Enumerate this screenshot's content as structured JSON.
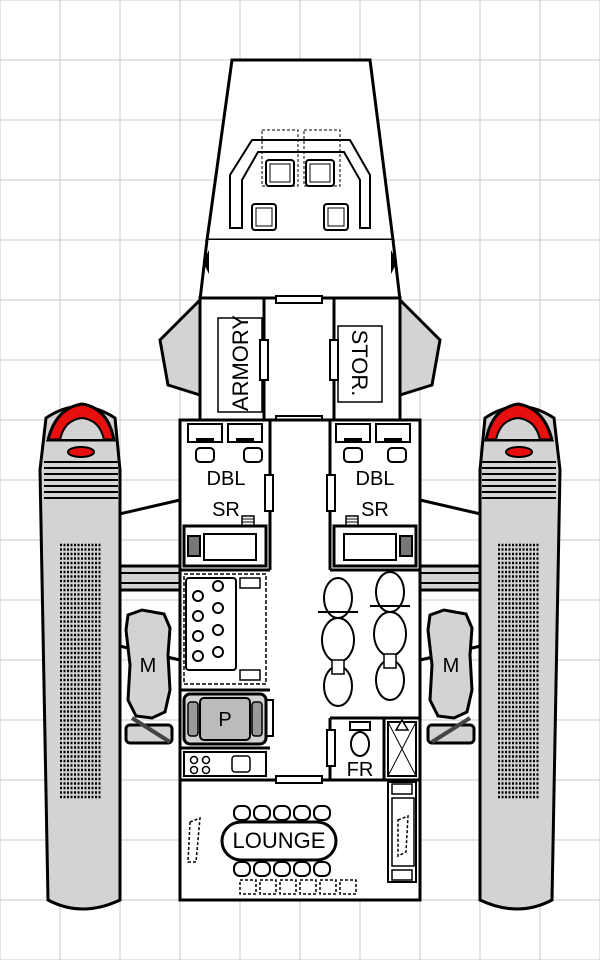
{
  "rooms": {
    "armory": "ARMORY",
    "storage": "STOR.",
    "port_cabin_line1": "DBL",
    "port_cabin_line2": "SR",
    "starboard_cabin_line1": "DBL",
    "starboard_cabin_line2": "SR",
    "lounge": "LOUNGE",
    "fresher": "FR",
    "power_plant": "P"
  },
  "engines": {
    "port_module": "M",
    "starboard_module": "M"
  },
  "colors": {
    "hull": "#d3d3d3",
    "engine_cap": "#e8100f",
    "grid": "#c8c8c8",
    "ink": "#000000"
  },
  "icons": [
    "cockpit-seat-icon",
    "bed-icon",
    "bike-icon",
    "toilet-icon",
    "ladder-icon",
    "door-icon"
  ]
}
